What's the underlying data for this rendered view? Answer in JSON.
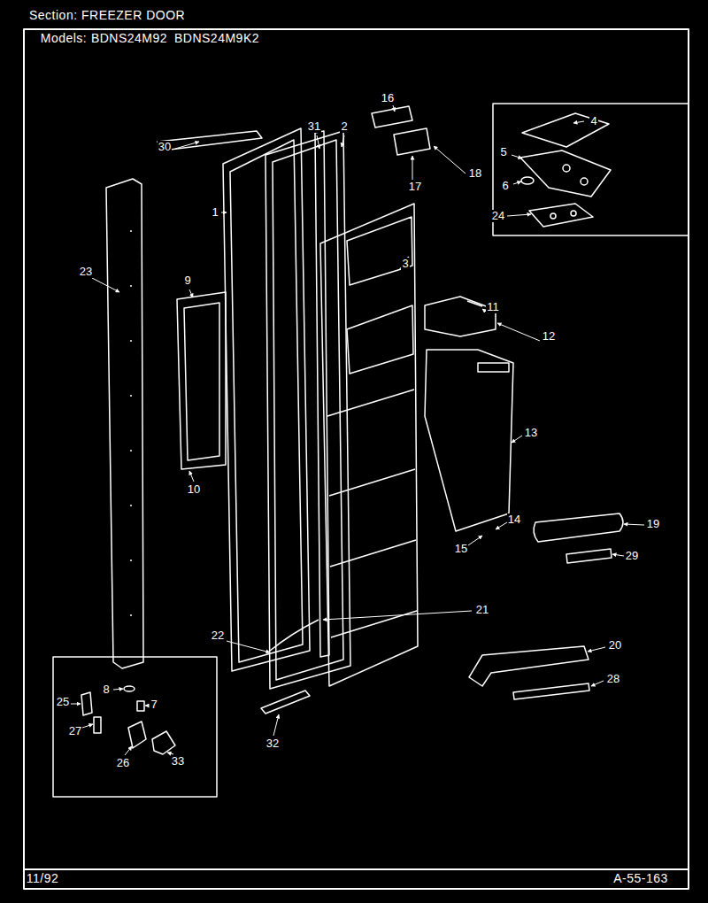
{
  "diagram": {
    "title": "Section: FREEZER DOOR",
    "labels": [
      "Models:",
      "BDNS24M92",
      "BDNS24M9K2",
      "16",
      "31",
      "2",
      "30",
      "4",
      "5",
      "18",
      "17",
      "6",
      "24",
      "23",
      "1",
      "3",
      "9",
      "11",
      "12",
      "13",
      "10",
      "14",
      "19",
      "15",
      "29",
      "21",
      "22",
      "20",
      "28",
      "8",
      "25",
      "7",
      "27",
      "26",
      "33",
      "32",
      "11/92",
      "A-55-163"
    ]
  }
}
